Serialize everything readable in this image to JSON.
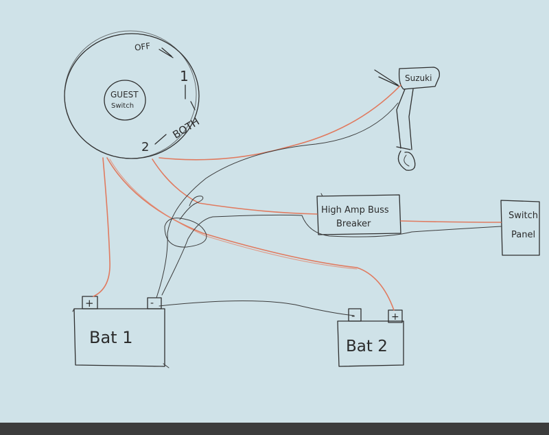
{
  "colors": {
    "paper": "#cfe2e8",
    "ink": "#2e2e2e",
    "red_wire": "#e07a5f",
    "background": "#3c3c3c"
  },
  "switch": {
    "center_label_line1": "GUEST",
    "center_label_line2": "Switch",
    "pos_off": "OFF",
    "pos_1": "1",
    "pos_both": "BOTH",
    "pos_2": "2"
  },
  "engine": {
    "label": "Suzuki"
  },
  "breaker": {
    "line1": "High Amp Buss",
    "line2": "Breaker"
  },
  "switch_panel": {
    "line1": "Switch",
    "line2": "Panel"
  },
  "battery1": {
    "label": "Bat 1",
    "pos_terminal": "+",
    "neg_terminal": "-"
  },
  "battery2": {
    "label": "Bat 2",
    "pos_terminal": "+",
    "neg_terminal": "-"
  }
}
